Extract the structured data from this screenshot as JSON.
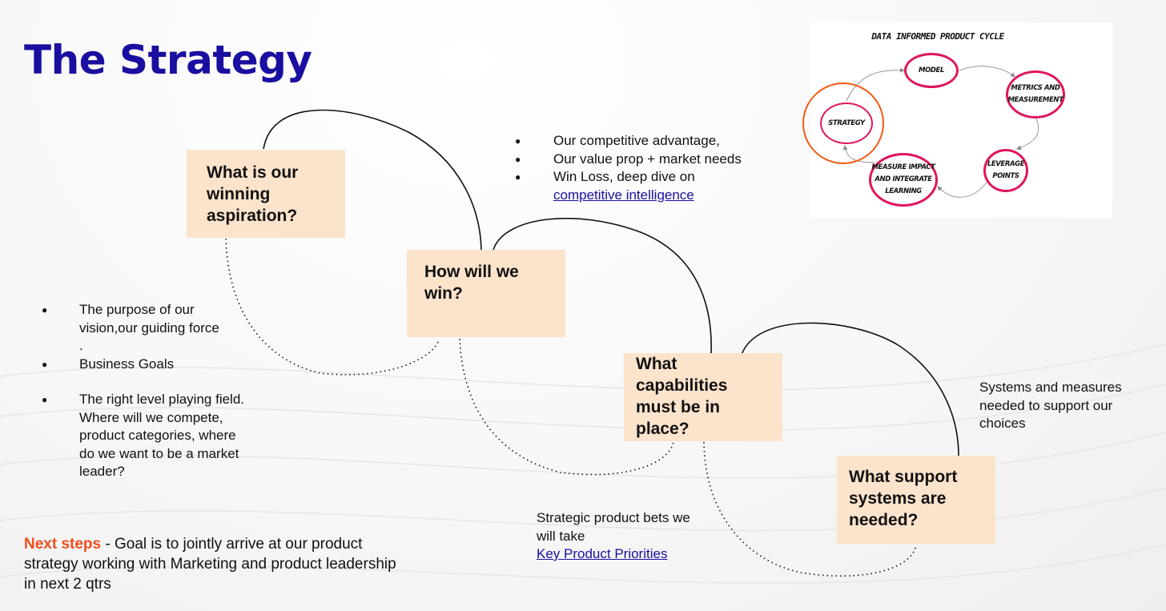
{
  "title": "The Strategy",
  "boxes": {
    "aspiration": [
      "What is our",
      "winning",
      "aspiration?"
    ],
    "win": [
      "How will we",
      "win?"
    ],
    "capabilities": [
      "What",
      "capabilities",
      "must be in",
      "place?"
    ],
    "support": [
      "What support",
      "systems are",
      "needed?"
    ]
  },
  "left_list": [
    {
      "lines": [
        "The purpose of our",
        "vision,our guiding force",
        "."
      ]
    },
    {
      "lines": [
        "Business Goals"
      ]
    },
    {
      "lines": [
        "The right level playing field.",
        "Where will we compete,",
        "product categories, where",
        "do we want to be a market",
        "leader?"
      ]
    }
  ],
  "top_list": {
    "item1": "Our competitive advantage,",
    "item2": "Our value prop + market needs",
    "item3": "Win Loss, deep dive on",
    "item3_link": "competitive intelligence"
  },
  "systems_text": [
    "Systems and measures",
    "needed to support our",
    "choices"
  ],
  "bets": {
    "lines": [
      "Strategic product bets we",
      "will take"
    ],
    "link": "Key Product Priorities"
  },
  "next_steps": {
    "label": "Next steps",
    "separator": " - ",
    "text": "Goal is to jointly arrive at our product strategy working with Marketing and product leadership in next 2 qtrs"
  },
  "cycle": {
    "title": "DATA INFORMED PRODUCT CYCLE",
    "nodes": {
      "strategy": "STRATEGY",
      "model": "MODEL",
      "metrics": [
        "METRICS AND",
        "MEASUREMENT"
      ],
      "leverage": [
        "LEVERAGE",
        "POINTS"
      ],
      "measure": [
        "MEASURE IMPACT",
        "AND INTEGRATE",
        "LEARNING"
      ]
    },
    "colors": {
      "node": "#e0155f",
      "ring": "#f05a14"
    }
  },
  "colors": {
    "title": "#1a0fa0",
    "box": "#fbe3cc",
    "accent": "#f04e1e",
    "link": "#1a0fa0"
  }
}
